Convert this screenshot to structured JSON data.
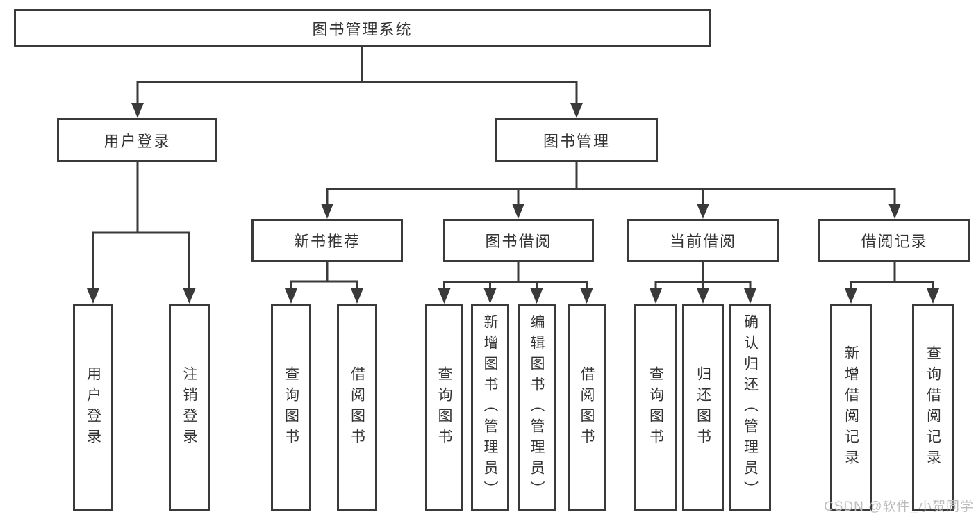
{
  "diagram": {
    "tree": {
      "label": "图书管理系统",
      "children": [
        {
          "label": "用户登录",
          "children": [
            {
              "label": "用户登录"
            },
            {
              "label": "注销登录"
            }
          ]
        },
        {
          "label": "图书管理",
          "children": [
            {
              "label": "新书推荐",
              "children": [
                {
                  "label": "查询图书"
                },
                {
                  "label": "借阅图书"
                }
              ]
            },
            {
              "label": "图书借阅",
              "children": [
                {
                  "label": "查询图书"
                },
                {
                  "label": "新增图书（管理员）"
                },
                {
                  "label": "编辑图书（管理员）"
                },
                {
                  "label": "借阅图书"
                }
              ]
            },
            {
              "label": "当前借阅",
              "children": [
                {
                  "label": "查询图书"
                },
                {
                  "label": "归还图书"
                },
                {
                  "label": "确认归还（管理员）"
                }
              ]
            },
            {
              "label": "借阅记录",
              "children": [
                {
                  "label": "新增借阅记录"
                },
                {
                  "label": "查询借阅记录"
                }
              ]
            }
          ]
        }
      ]
    },
    "colors": {
      "line": "#3a3a3a",
      "text": "#333333",
      "box_background": "#ffffff",
      "page_background": "#ffffff",
      "watermark": "#bcbcbc"
    }
  },
  "watermark": {
    "text": "CSDN @软件_小贺同学"
  }
}
